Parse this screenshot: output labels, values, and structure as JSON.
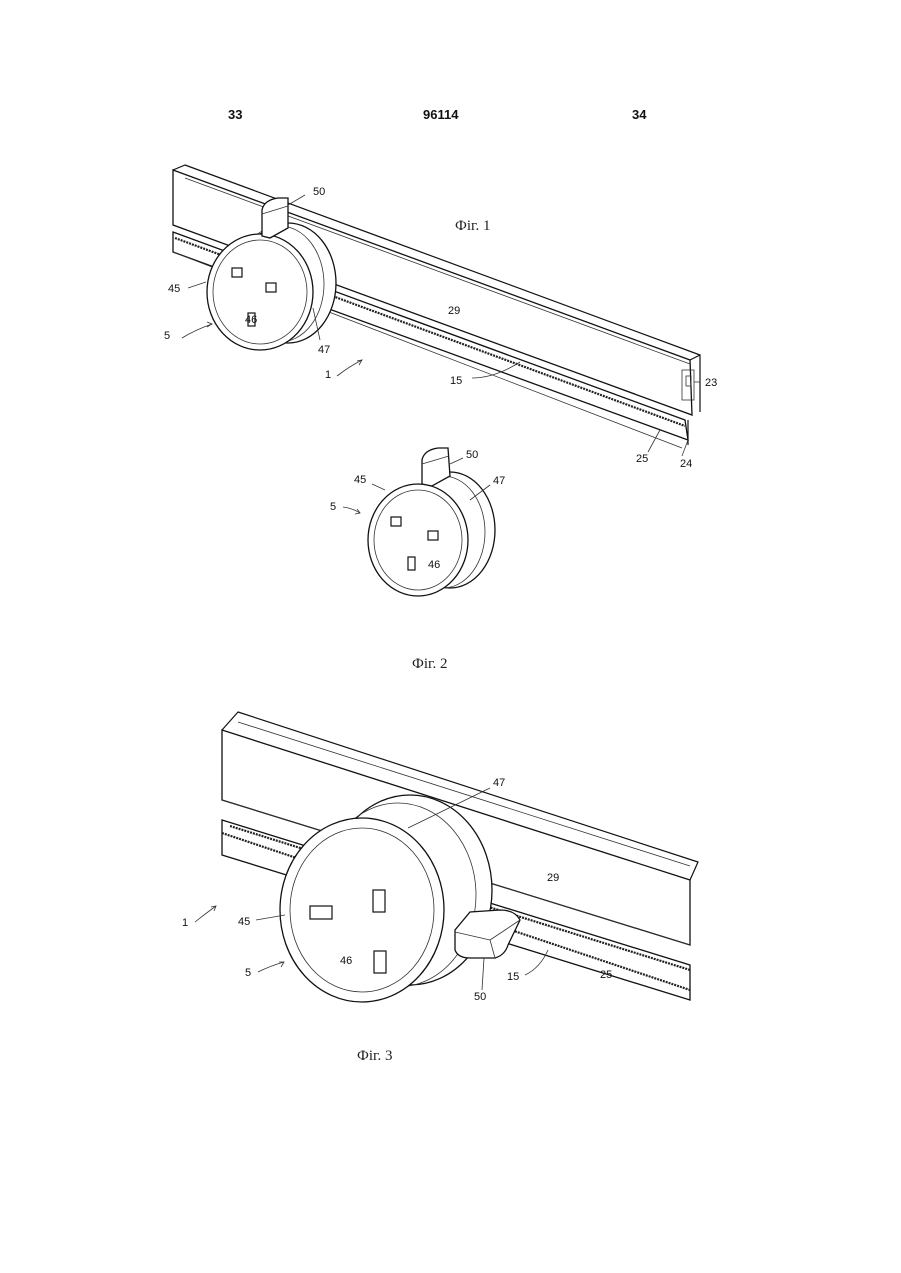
{
  "header": {
    "page_left": "33",
    "patent_number": "96114",
    "page_right": "34"
  },
  "figure1": {
    "caption": "Фіг. 1",
    "labels": {
      "l50": "50",
      "l45": "45",
      "l46": "46",
      "l5": "5",
      "l47": "47",
      "l29": "29",
      "l1": "1",
      "l15": "15",
      "l23": "23",
      "l25": "25",
      "l24": "24"
    }
  },
  "figure2": {
    "caption": "Фіг. 2",
    "labels": {
      "l50": "50",
      "l45": "45",
      "l47": "47",
      "l5": "5",
      "l46": "46"
    }
  },
  "figure3": {
    "caption": "Фіг. 3",
    "labels": {
      "l47": "47",
      "l29": "29",
      "l1": "1",
      "l45": "45",
      "l5": "5",
      "l46": "46",
      "l15": "15",
      "l25": "25",
      "l50": "50"
    }
  }
}
